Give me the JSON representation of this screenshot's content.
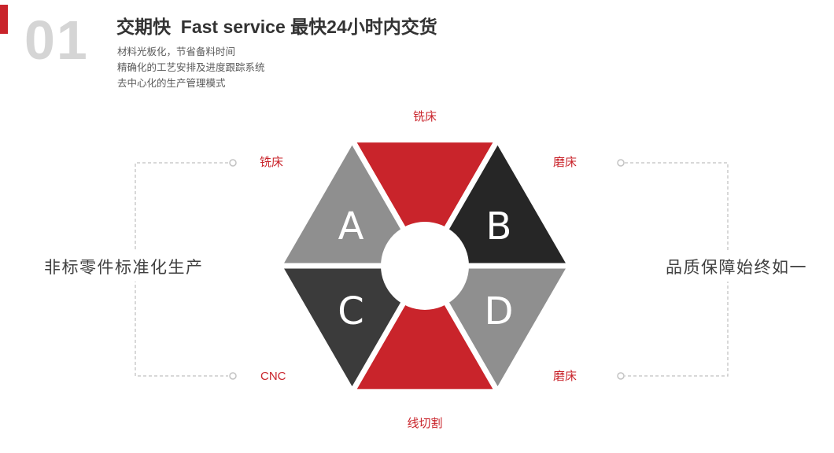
{
  "colors": {
    "accent": "#c9242b",
    "segment_gray": "#8f8f8f",
    "segment_black": "#262626",
    "segment_dark": "#3b3b3b",
    "index_gray": "#d5d5d5",
    "connector_gray": "#cbcbcb"
  },
  "header": {
    "index": "01",
    "title": "交期快  Fast service 最快24小时内交货",
    "features": [
      "材料光板化，节省备料时间",
      "精确化的工艺安排及进度跟踪系统",
      "去中心化的生产管理模式"
    ]
  },
  "diagram": {
    "labels": {
      "top": "铣床",
      "upper_left": "铣床",
      "upper_right": "磨床",
      "lower_left": "CNC",
      "lower_right": "磨床",
      "bottom": "线切割"
    },
    "letters": {
      "a": "A",
      "b": "B",
      "c": "C",
      "d": "D"
    },
    "segment_colors": {
      "top": "#c9242b",
      "upper_left": "#8f8f8f",
      "upper_right": "#262626",
      "lower_left": "#3b3b3b",
      "lower_right": "#8f8f8f",
      "bottom": "#c9242b"
    },
    "left_caption": "非标零件标准化生产",
    "right_caption": "品质保障始终如一"
  }
}
